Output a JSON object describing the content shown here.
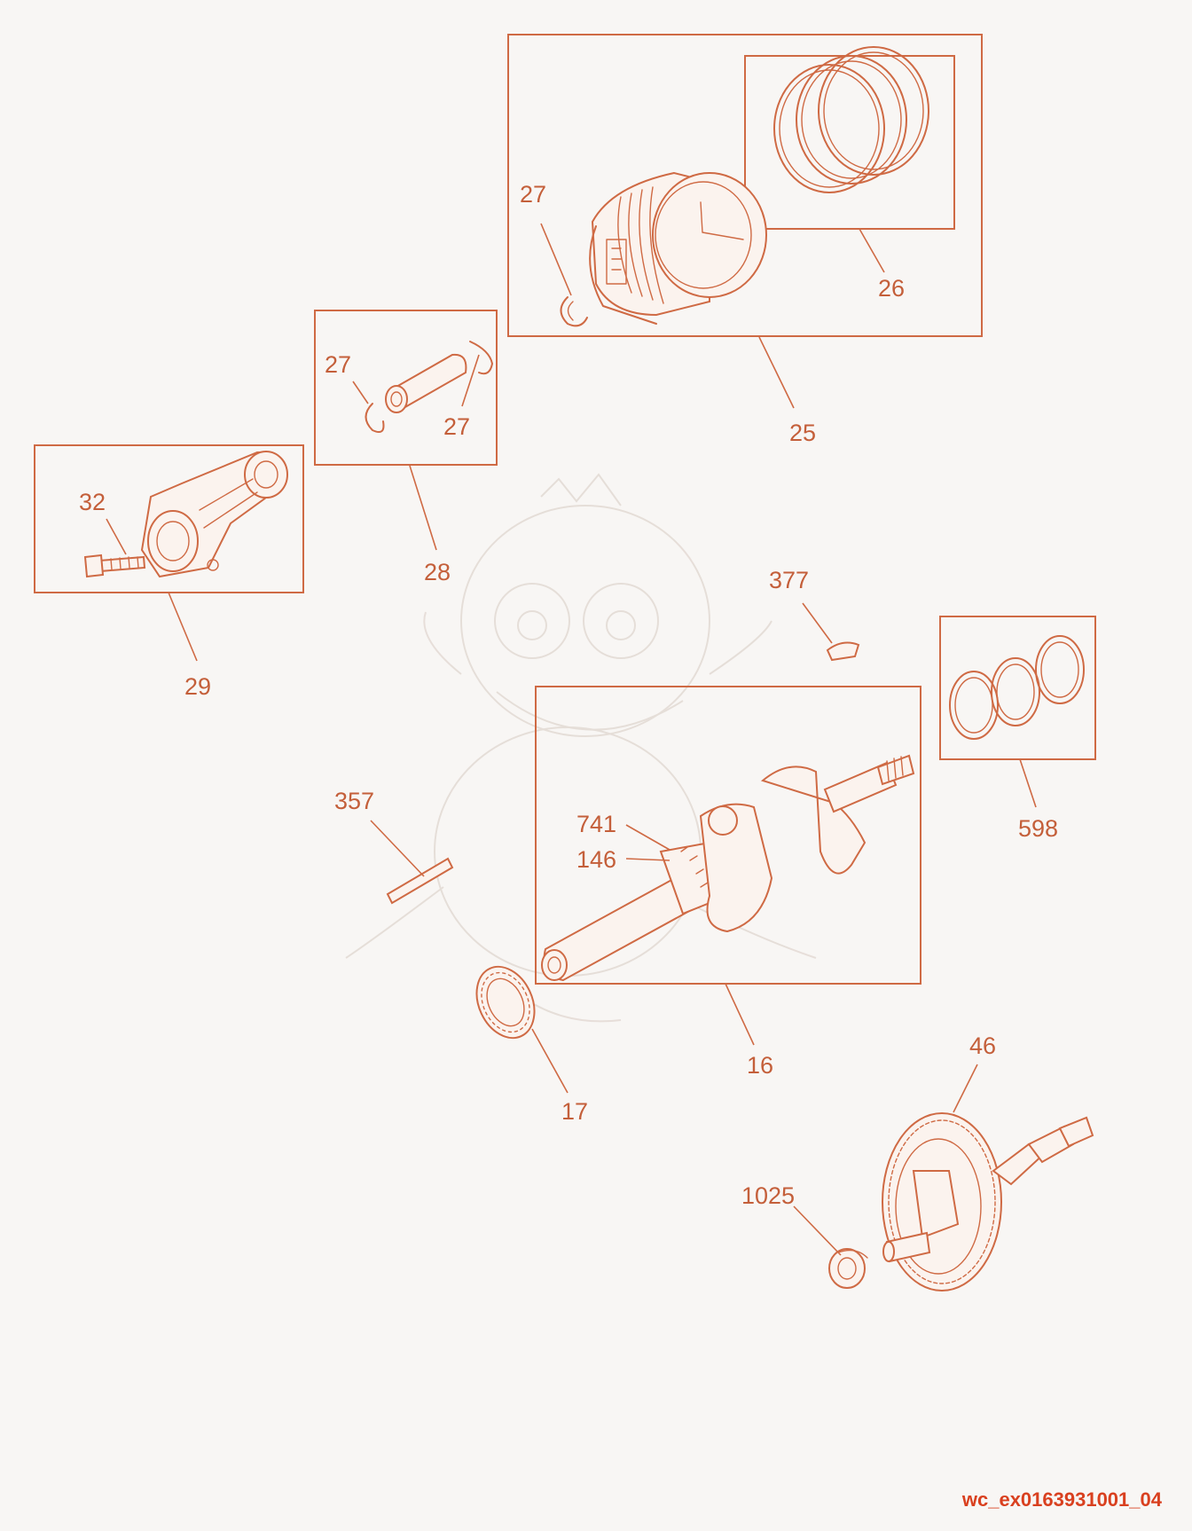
{
  "labels": {
    "p25": "25",
    "p26": "26",
    "p27a": "27",
    "p27b": "27",
    "p27c": "27",
    "p28": "28",
    "p29": "29",
    "p32": "32",
    "p377": "377",
    "p598": "598",
    "p357": "357",
    "p741": "741",
    "p146": "146",
    "p16": "16",
    "p17": "17",
    "p46": "46",
    "p1025": "1025"
  },
  "document_id": "wc_ex0163931001_04",
  "colors": {
    "line": "#cf6a44",
    "label": "#c45f3a",
    "document_id": "#d9401f",
    "background": "#f8f6f4"
  }
}
